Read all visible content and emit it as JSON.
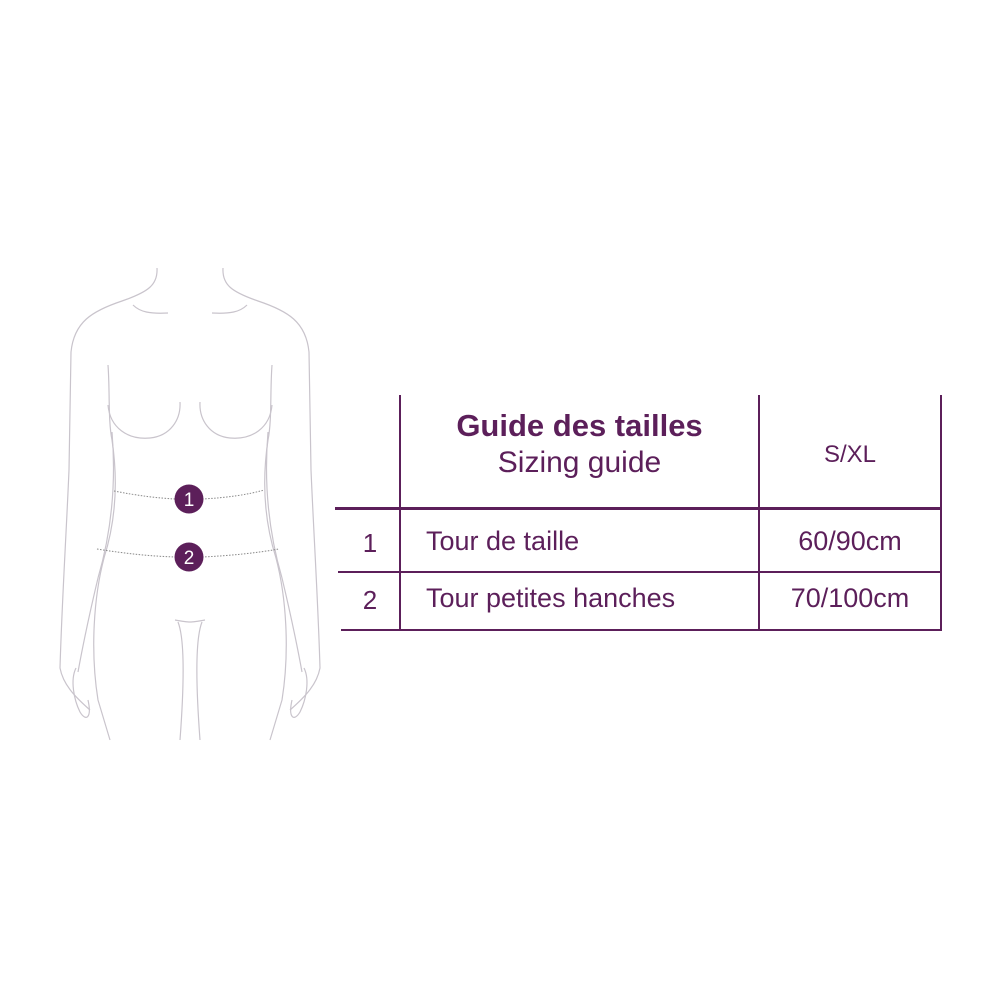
{
  "colors": {
    "accent": "#5c1f5a",
    "outline": "#c9c4cc"
  },
  "figure": {
    "markers": [
      {
        "label": "1"
      },
      {
        "label": "2"
      }
    ]
  },
  "table": {
    "title_fr": "Guide des tailles",
    "title_en": "Sizing guide",
    "size_header": "S/XL",
    "rows": [
      {
        "num": "1",
        "name": "Tour de taille",
        "value": "60/90cm"
      },
      {
        "num": "2",
        "name": "Tour petites hanches",
        "value": "70/100cm"
      }
    ]
  }
}
